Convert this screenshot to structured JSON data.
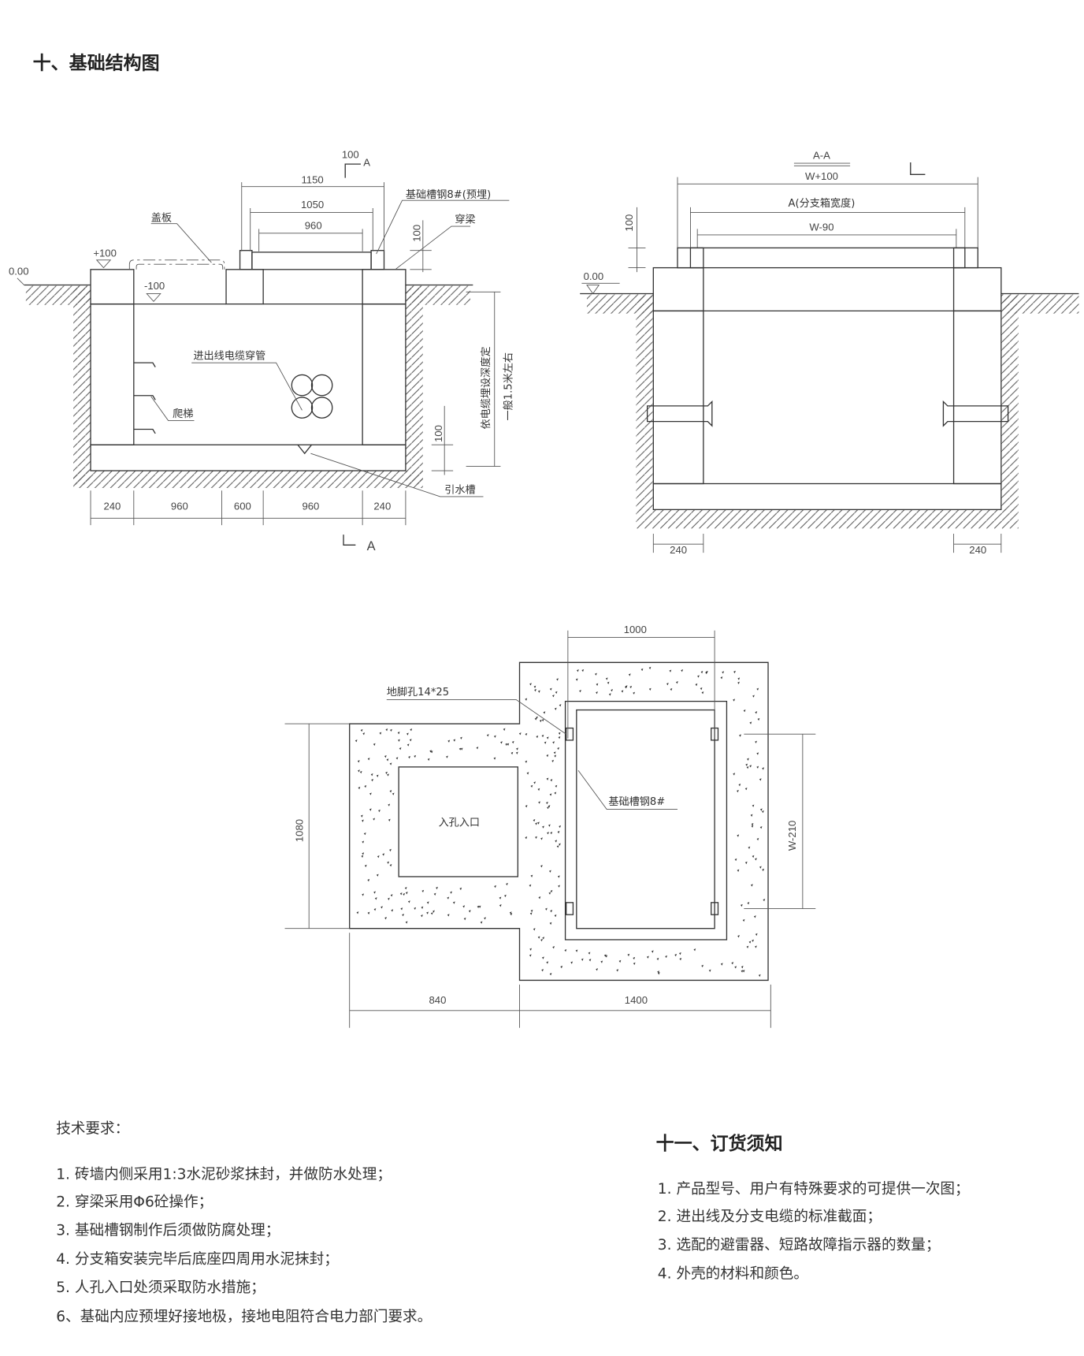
{
  "title": "十、基础结构图",
  "front_view": {
    "labels": {
      "cover_plate": "盖板",
      "channel_steel": "基础槽钢8#(预埋)",
      "through_beam": "穿梁",
      "cable_conduit": "进出线电缆穿管",
      "ladder": "爬梯",
      "drain_groove": "引水槽",
      "depth_note": "依电缆埋设深度定",
      "depth_typical": "一般1.5米左右"
    },
    "levels": {
      "ground": "0.00",
      "top": "+100",
      "inner": "-100"
    },
    "dims": {
      "w1150": "1150",
      "w1050": "1050",
      "w960": "960",
      "h100_top": "100",
      "h100_bottom": "100",
      "section_top": "100",
      "section_mark": "A",
      "section_mark_bottom": "A"
    },
    "bottom_dims": [
      "240",
      "960",
      "600",
      "960",
      "240"
    ]
  },
  "section_view": {
    "title": "A-A",
    "dims": {
      "outer": "W+100",
      "box_width": "A(分支箱宽度)",
      "inner": "W-90",
      "h100": "100",
      "left_wall": "240",
      "right_wall": "240"
    },
    "levels": {
      "ground": "0.00"
    }
  },
  "plan_view": {
    "labels": {
      "anchor_hole": "地脚孔14*25",
      "channel_steel": "基础槽钢8#",
      "manhole": "入孔入口"
    },
    "dims": {
      "top": "1000",
      "left_height": "1080",
      "right_height": "W-210",
      "bottom_left": "840",
      "bottom_right": "1400"
    }
  },
  "tech_requirements": {
    "heading": "技术要求：",
    "items": [
      "1. 砖墙内侧采用1:3水泥砂浆抹封，并做防水处理；",
      "2. 穿梁采用Φ6砼操作；",
      "3. 基础槽钢制作后须做防腐处理；",
      "4. 分支箱安装完毕后底座四周用水泥抹封；",
      "5. 人孔入口处须采取防水措施；",
      "6、基础内应预埋好接地极，接地电阻符合电力部门要求。"
    ]
  },
  "ordering": {
    "heading": "十一、订货须知",
    "items": [
      "1. 产品型号、用户有特殊要求的可提供一次图；",
      "2. 进出线及分支电缆的标准截面；",
      "3. 选配的避雷器、短路故障指示器的数量；",
      "4. 外壳的材料和颜色。"
    ]
  }
}
